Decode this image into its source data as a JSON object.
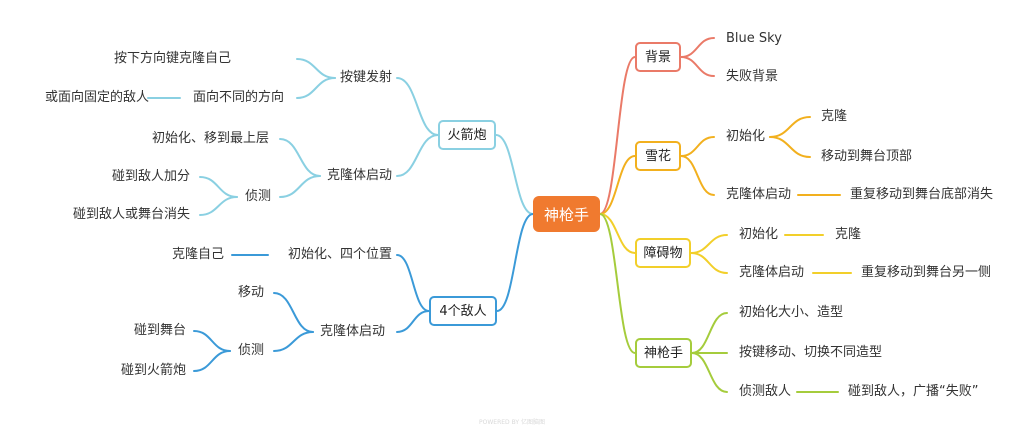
{
  "root": {
    "label": "神枪手",
    "color": "#f07a2f"
  },
  "colors": {
    "red": "#ea7a68",
    "orange": "#f2b01e",
    "yellow": "#f2cf2a",
    "lime": "#a5cc3c",
    "cyan": "#8ad0e2",
    "blue": "#3b9ad8"
  },
  "right": {
    "bg": {
      "label": "背景",
      "children": [
        "Blue Sky",
        "失败背景"
      ]
    },
    "snow": {
      "label": "雪花",
      "init": "初始化",
      "init_children": [
        "克隆",
        "移动到舞台顶部"
      ],
      "clone": "克隆体启动",
      "clone_child": "重复移动到舞台底部消失"
    },
    "obstacle": {
      "label": "障碍物",
      "init": "初始化",
      "init_child": "克隆",
      "clone": "克隆体启动",
      "clone_child": "重复移动到舞台另一侧"
    },
    "gunner": {
      "label": "神枪手",
      "c1": "初始化大小、造型",
      "c2": "按键移动、切换不同造型",
      "c3": "侦测敌人",
      "c3_child": "碰到敌人，广播“失败”"
    }
  },
  "left": {
    "rocket": {
      "label": "火箭炮",
      "key": "按键发射",
      "key_c1": "按下方向键克隆自己",
      "key_c2": "面向不同的方向",
      "key_c2_child": "或面向固定的敌人",
      "clone": "克隆体启动",
      "clone_c1": "初始化、移到最上层",
      "clone_c2": "侦测",
      "detect_c1": "碰到敌人加分",
      "detect_c2": "碰到敌人或舞台消失"
    },
    "enemies": {
      "label": "4个敌人",
      "init": "初始化、四个位置",
      "init_child": "克隆自己",
      "clone": "克隆体启动",
      "clone_c1": "移动",
      "clone_c2": "侦测",
      "detect_c1": "碰到舞台",
      "detect_c2": "碰到火箭炮"
    }
  },
  "watermark": "POWERED BY 亿图脑图"
}
